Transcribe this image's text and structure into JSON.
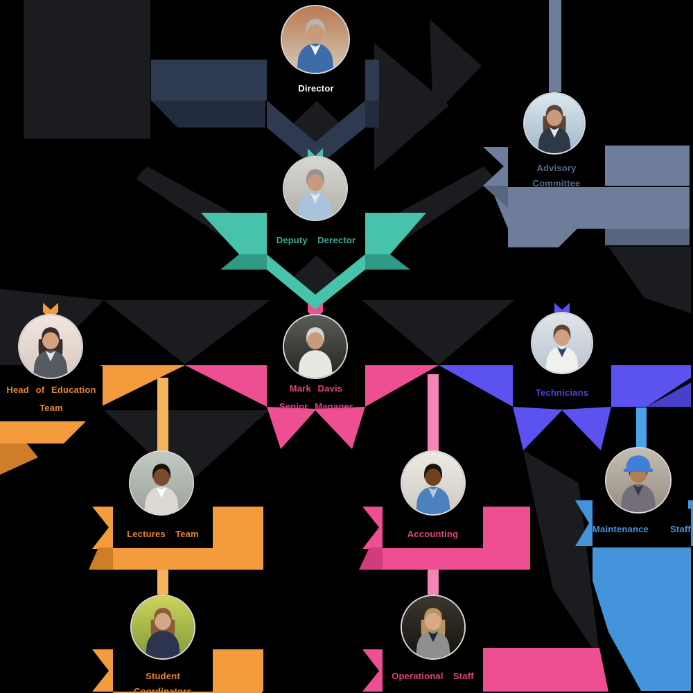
{
  "background": "#000000",
  "colors": {
    "box": "#000000",
    "charcoal": "#1b1c20",
    "navy": "#2d3a50",
    "navy_dark": "#232c3e",
    "slate": "#6e7e9a",
    "slate_dark": "#57657e",
    "teal": "#47c3ac",
    "teal_dark": "#2f9a85",
    "orange": "#f39b3d",
    "orange_light": "#f6b45c",
    "orange_dark": "#cf7d28",
    "pink": "#ee4f92",
    "pink_light": "#f585b8",
    "pink_dark": "#d13d7c",
    "purple": "#5b52f0",
    "purple_dark": "#4840c8",
    "blue": "#4394da",
    "blue_light": "#4aa3e8"
  },
  "nodes": {
    "director": {
      "line1": "Director",
      "text_color": "#ffffff",
      "avatar": {
        "bg1": "#b97a52",
        "bg2": "#d6c9b8",
        "suit": "#3c6da8",
        "shirt": "#f2f2f0",
        "skin": "#c89a78",
        "hair": "#b8b6b2",
        "long_hair": false,
        "hat": null
      }
    },
    "advisory": {
      "line1": "Advisory Committee",
      "text_color": "#566a8c",
      "avatar": {
        "bg1": "#dce8f0",
        "bg2": "#9fb8c8",
        "suit": "#2e3947",
        "shirt": "#e8e8e8",
        "skin": "#c79b7d",
        "hair": "#5f4434",
        "long_hair": true,
        "hat": null
      }
    },
    "deputy": {
      "line1": "Deputy Derector",
      "text_color": "#39ad97",
      "avatar": {
        "bg1": "#d8d6d0",
        "bg2": "#b2b0aa",
        "suit": "#a9c3dc",
        "shirt": "#dce8f2",
        "skin": "#c69a7e",
        "hair": "#98938c",
        "long_hair": false,
        "hat": null
      }
    },
    "head": {
      "line1": "Head of Education",
      "line2": "Team",
      "text_color": "#e2862f",
      "avatar": {
        "bg1": "#efe7e0",
        "bg2": "#d8c8c0",
        "suit": "#555a60",
        "shirt": "#dfe8f0",
        "skin": "#d3a380",
        "hair": "#3a2d28",
        "long_hair": true,
        "hat": null
      }
    },
    "markdavis": {
      "line1": "Mark Davis",
      "line2": "Senior Manager",
      "text_color": "#dd4383",
      "avatar": {
        "bg1": "#5a5d57",
        "bg2": "#23261f",
        "suit": "#e9e7e2",
        "shirt": "#e9e7e2",
        "skin": "#c99b7d",
        "hair": "#d5d4d0",
        "long_hair": false,
        "hat": null
      }
    },
    "technicians": {
      "line1": "Technicians",
      "text_color": "#4a43e8",
      "avatar": {
        "bg1": "#dfe5ea",
        "bg2": "#b9c5cf",
        "suit": "#f0f0ee",
        "shirt": "#2e4468",
        "skin": "#cfa181",
        "hair": "#5d4530",
        "long_hair": false,
        "hat": null
      }
    },
    "lectures": {
      "line1": "Lectures Team",
      "text_color": "#e2862f",
      "avatar": {
        "bg1": "#c3c9c3",
        "bg2": "#9aa39c",
        "suit": "#dcd9d2",
        "shirt": "#ffffff",
        "skin": "#7a4c2e",
        "hair": "#17120e",
        "long_hair": false,
        "hat": null
      }
    },
    "accounting": {
      "line1": "Accounting",
      "text_color": "#dd4383",
      "avatar": {
        "bg1": "#ece9e4",
        "bg2": "#cfc9c0",
        "suit": "#4c80bf",
        "shirt": "#b8c8d8",
        "skin": "#70411f",
        "hair": "#181209",
        "long_hair": false,
        "hat": null
      }
    },
    "maintenance": {
      "line1": "Maintenance Staff",
      "text_color": "#4795dc",
      "avatar": {
        "bg1": "#c3bcb2",
        "bg2": "#988f84",
        "suit": "#746e78",
        "shirt": "#3a3642",
        "skin": "#b07d55",
        "hair": "#2e241c",
        "long_hair": false,
        "hat": "#3f7fd4"
      }
    },
    "student": {
      "line1": "Student Coordinators",
      "text_color": "#e2862f",
      "avatar": {
        "bg1": "#cdd45a",
        "bg2": "#7f9a3a",
        "suit": "#2c3450",
        "shirt": "#2c3450",
        "skin": "#d2a887",
        "hair": "#8a5c38",
        "long_hair": true,
        "hat": null
      }
    },
    "operational": {
      "line1": "Operational Staff",
      "text_color": "#dd4383",
      "avatar": {
        "bg1": "#3c362e",
        "bg2": "#15120e",
        "suit": "#8f8f8f",
        "shirt": "#1f2430",
        "skin": "#d8ab88",
        "hair": "#b8935c",
        "long_hair": true,
        "hat": null
      }
    }
  }
}
